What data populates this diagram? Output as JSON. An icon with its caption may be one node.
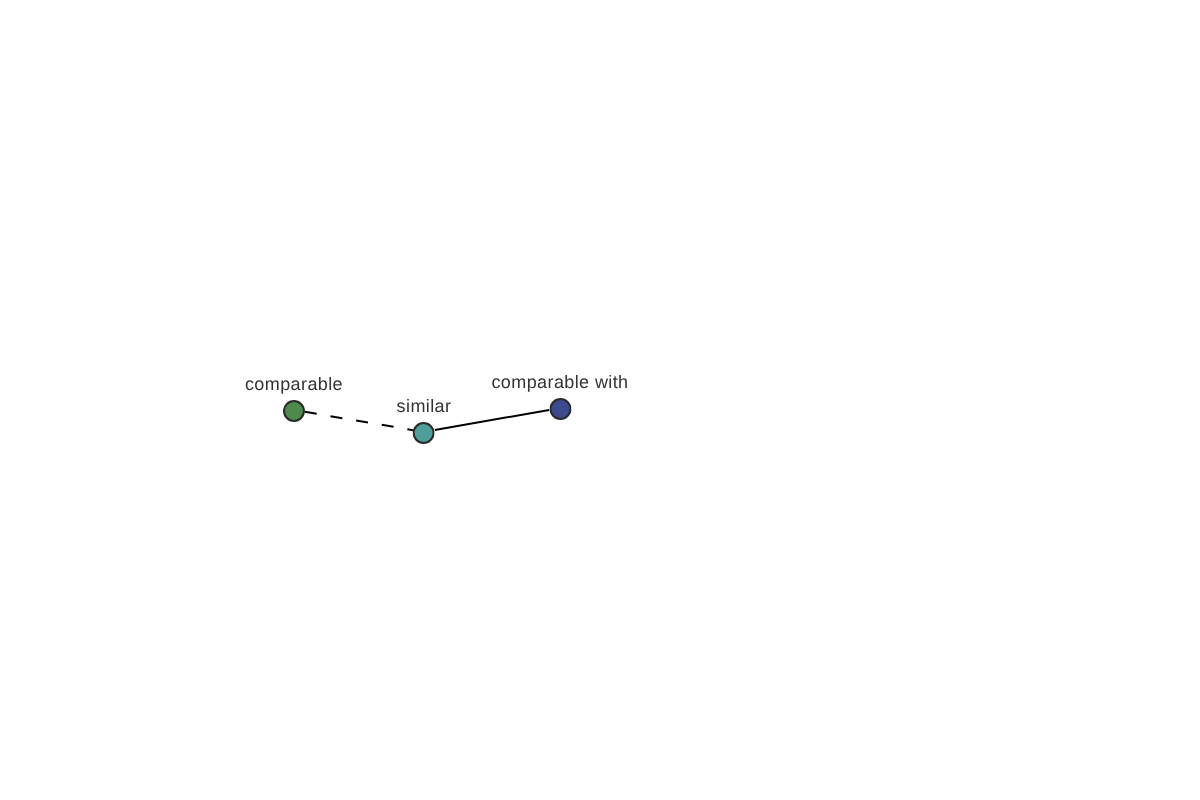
{
  "diagram": {
    "nodes": [
      {
        "text": [
          "comparable"
        ]
      },
      {
        "text": [
          "similar"
        ]
      },
      {
        "text": [
          "comparable with"
        ]
      }
    ],
    "edges": [
      {
        "from": 0,
        "to": 1,
        "arrow": "none",
        "style": "dashed"
      },
      {
        "from": 1,
        "to": 2,
        "arrow": "none"
      }
    ]
  }
}
